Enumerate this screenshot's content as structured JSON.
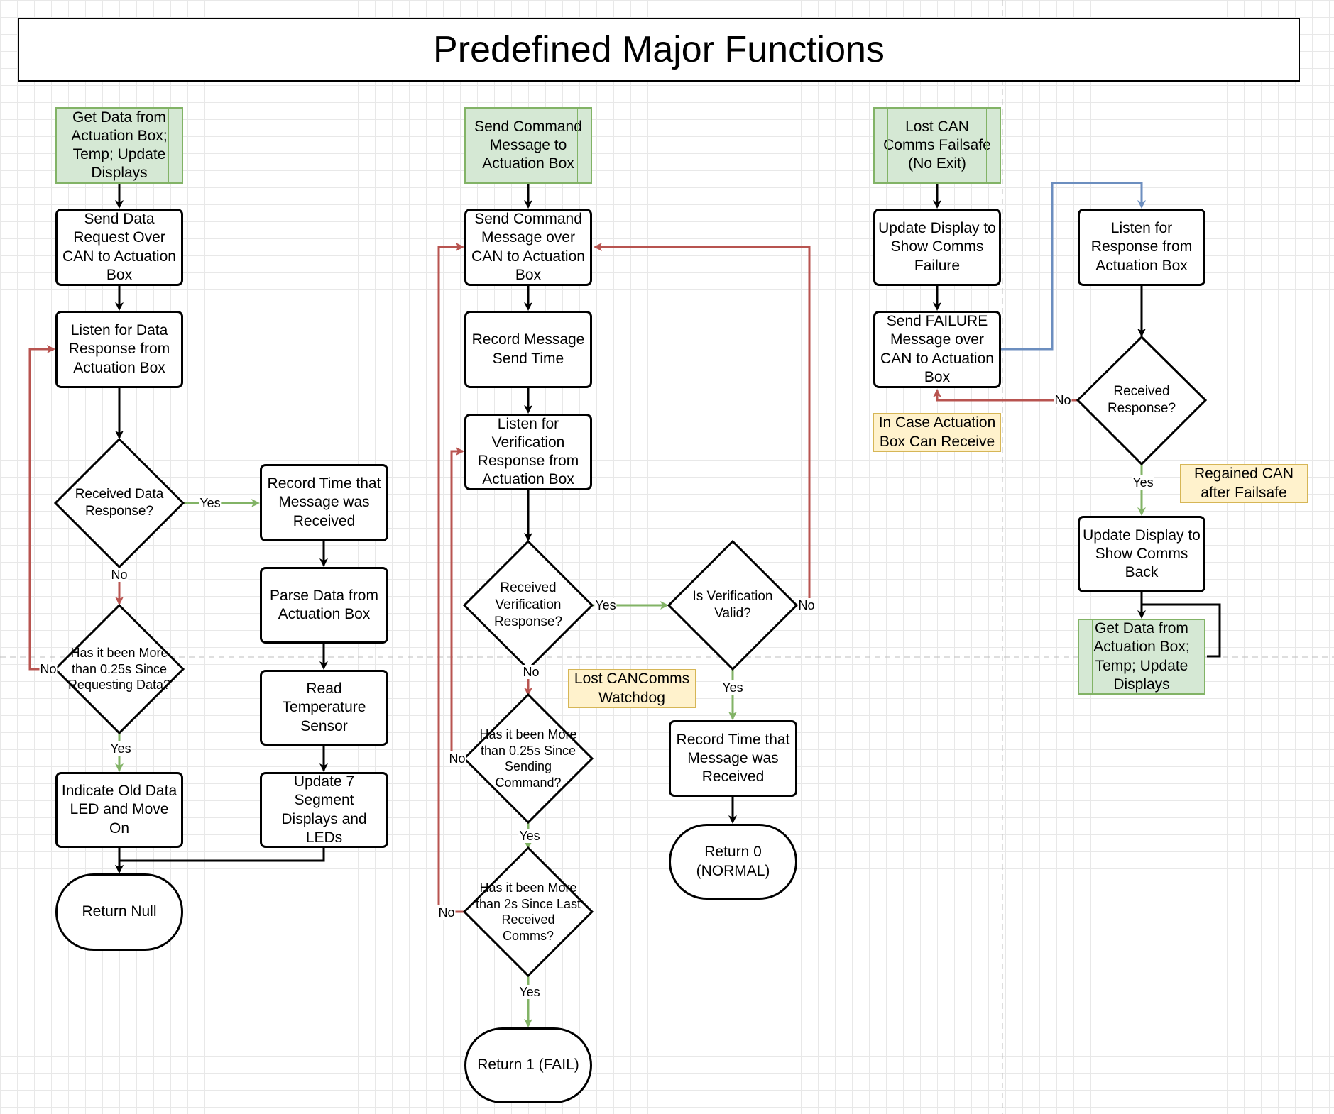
{
  "title": "Predefined Major Functions",
  "colors": {
    "flow": "#000000",
    "yes": "#82b366",
    "no": "#b85450",
    "link": "#6c8ebf",
    "start_fill": "#d5e8d4",
    "note_fill": "#fff2cc"
  },
  "col1": {
    "start": "Get Data from Actuation Box; Temp; Update Displays",
    "send_request": "Send Data Request Over CAN to Actuation Box",
    "listen": "Listen for Data Response from Actuation Box",
    "received_q": "Received Data Response?",
    "timeout_q": "Has it been More than 0.25s Since Requesting Data?",
    "old_data": "Indicate Old Data LED and Move On",
    "return_null": "Return Null",
    "record_time": "Record Time that Message was Received",
    "parse": "Parse Data from Actuation Box",
    "read_temp": "Read Temperature Sensor",
    "update_7seg": "Update 7 Segment Displays and LEDs"
  },
  "col2": {
    "start": "Send Command Message to Actuation Box",
    "send_cmd": "Send Command Message over CAN to Actuation Box",
    "record_send": "Record Message Send Time",
    "listen_verif": "Listen for Verification Response from Actuation Box",
    "received_verif_q": "Received Verification Response?",
    "valid_q": "Is Verification Valid?",
    "timeout_q": "Has it been More than 0.25s Since Sending Command?",
    "watchdog_q": "Has it been More than 2s Since Last Received Comms?",
    "return_fail": "Return 1 (FAIL)",
    "record_time": "Record Time that Message was Received",
    "return_normal": "Return 0 (NORMAL)",
    "watchdog_note": "Lost CANComms Watchdog"
  },
  "col3": {
    "start": "Lost CAN Comms Failsafe (No Exit)",
    "update_failure": "Update Display to Show Comms Failure",
    "send_failure": "Send FAILURE Message over CAN to Actuation Box",
    "note_receive": "In Case Actuation Box Can Receive",
    "listen": "Listen for Response from Actuation Box",
    "received_q": "Received Response?",
    "note_regained": "Regained CAN after Failsafe",
    "update_back": "Update Display to Show Comms Back",
    "get_data": "Get Data from Actuation Box; Temp; Update Displays"
  },
  "labels": {
    "yes": "Yes",
    "no": "No"
  }
}
